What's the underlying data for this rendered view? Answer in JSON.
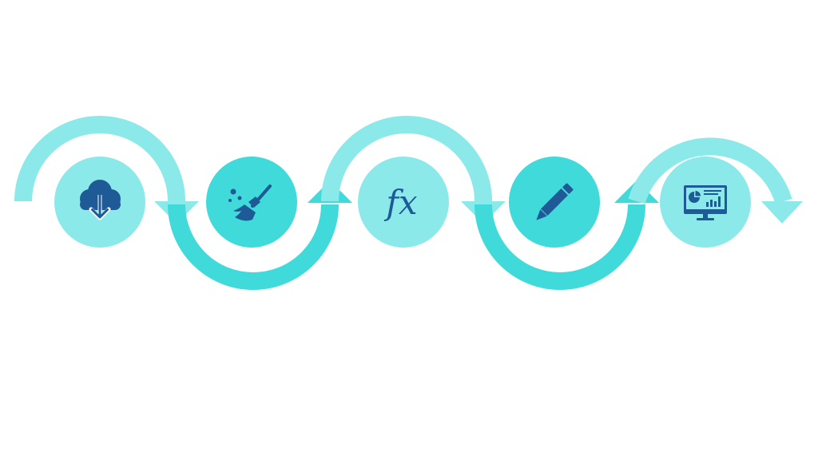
{
  "colors": {
    "background": "#ffffff",
    "light": "#8CE9E9",
    "medium": "#41DADA",
    "icon": "#1D5A96"
  },
  "steps": [
    {
      "icon": "cloud-download-icon",
      "tone": "light"
    },
    {
      "icon": "broom-icon",
      "tone": "medium"
    },
    {
      "icon": "function-icon",
      "label": "fx",
      "tone": "light"
    },
    {
      "icon": "pencil-icon",
      "tone": "medium"
    },
    {
      "icon": "dashboard-monitor-icon",
      "tone": "light"
    }
  ]
}
